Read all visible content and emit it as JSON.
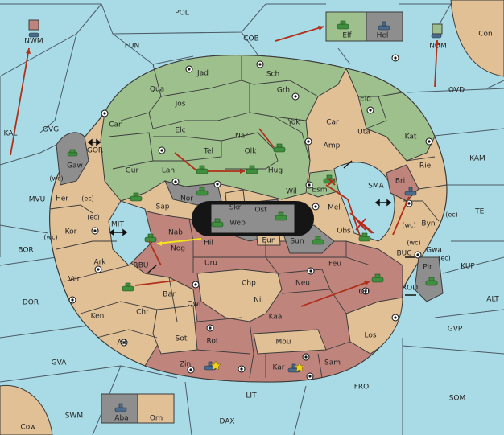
{
  "colors": {
    "sea": "#a9dbe6",
    "green": "#9ec08d",
    "tan": "#e2c096",
    "rose": "#bf857d",
    "gray": "#8e8e8e",
    "black": "#151515",
    "arrow_red": "#b0301a",
    "arrow_yellow": "#f2e51b",
    "unit": "#3f8f3f"
  },
  "sea_labels": {
    "POL": "POL",
    "FUN": "FUN",
    "COB": "COB",
    "KAL": "KAL",
    "GVG": "GVG",
    "MVU": "MVU",
    "BOR": "BOR",
    "DOR": "DOR",
    "GVA": "GVA",
    "SWM": "SWM",
    "DAX": "DAX",
    "LIT": "LIT",
    "FRO": "FRO",
    "SOM": "SOM",
    "GVP": "GVP",
    "ALT": "ALT",
    "KUP": "KUP",
    "TEI": "TEI",
    "KAM": "KAM",
    "OVD": "OVD",
    "SMA": "SMA",
    "MIT": "MIT",
    "GOR": "GOR",
    "RBU": "RBU",
    "BUC": "BUC",
    "ROD": "ROD"
  },
  "land_labels": {
    "Jad": "Jad",
    "Sch": "Sch",
    "Qua": "Qua",
    "Jos": "Jos",
    "Grh": "Grh",
    "Can": "Can",
    "Elc": "Elc",
    "Yok": "Yok",
    "Nar": "Nar",
    "Car": "Car",
    "Eld": "Eld",
    "Uta": "Uta",
    "Kat": "Kat",
    "Tel": "Tel",
    "Olk": "Olk",
    "Amp": "Amp",
    "Gur": "Gur",
    "Lan": "Lan",
    "Hug": "Hug",
    "Rie": "Rie",
    "Bri": "Bri",
    "Gaw": "Gaw",
    "Her": "Her",
    "Nor": "Nor",
    "Esm": "Esm",
    "Wil": "Wil",
    "Skr": "Skr",
    "Ost": "Ost",
    "Web": "Web",
    "Eun": "Eun",
    "Sap": "Sap",
    "Kor": "Kor",
    "Nab": "Nab",
    "Hil": "Hil",
    "Nog": "Nog",
    "Sun": "Sun",
    "Mel": "Mel",
    "Obs": "Obs",
    "Byn": "Byn",
    "Gwa": "Gwa",
    "Pir": "Pir",
    "Ark": "Ark",
    "Uru": "Uru",
    "Feu": "Feu",
    "Ver": "Ver",
    "Chp": "Chp",
    "Neu": "Neu",
    "Orl": "Orl",
    "Bar": "Bar",
    "Qwi": "Qwi",
    "Nil": "Nil",
    "Ken": "Ken",
    "Chr": "Chr",
    "Kaa": "Kaa",
    "Ail": "Ail",
    "Sot": "Sot",
    "Rot": "Rot",
    "Mou": "Mou",
    "Los": "Los",
    "Zin": "Zin",
    "Kar": "Kar",
    "Sam": "Sam",
    "Con": "Con",
    "Cow": "Cow",
    "NWM": "NWM",
    "NOM": "NOM",
    "Elf": "Elf",
    "Hel": "Hel",
    "Aba": "Aba",
    "Orn": "Orn"
  },
  "coast_tags": {
    "wc": "(wc)",
    "ec": "(ec)"
  }
}
